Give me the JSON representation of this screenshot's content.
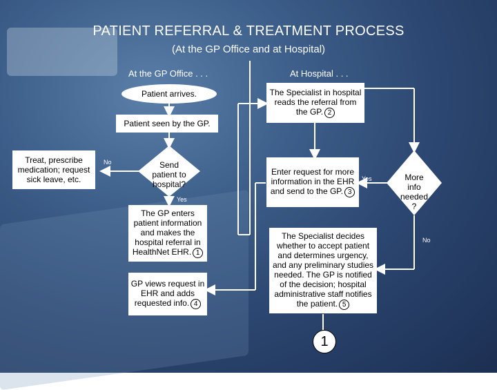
{
  "title": "PATIENT REFERRAL & TREATMENT PROCESS",
  "subtitle": "(At the GP Office and at Hospital)",
  "columns": {
    "left": "At the GP Office . . .",
    "right": "At Hospital . . ."
  },
  "nodes": {
    "patient_arrives": "Patient arrives.",
    "patient_seen": "Patient seen by the GP.",
    "treat": "Treat, prescribe medication; request sick leave, etc.",
    "send_decision": "Send patient to hospital?",
    "gp_enters": "The GP enters patient information and makes the hospital referral in HealthNet EHR.",
    "gp_views": "GP views request in EHR and adds requested info.",
    "specialist_reads": "The Specialist in hospital reads the referral from the GP.",
    "enter_request": "Enter request for more information in the EHR and send to the GP.",
    "specialist_decides": "The Specialist decides whether to accept patient and determines urgency, and any preliminary studies needed. The GP is notified of the decision; hospital administrative staff notifies the patient.",
    "more_info_decision": "More info needed ?"
  },
  "step_badges": {
    "gp_enters": "1",
    "specialist_reads": "2",
    "enter_request": "3",
    "gp_views": "4",
    "specialist_decides": "5"
  },
  "edge_labels": {
    "no_left": "No",
    "yes_down": "Yes",
    "yes_right": "Yes",
    "no_right": "No"
  },
  "page_number": "1",
  "colors": {
    "background": "#2b4670",
    "line": "#ffffff",
    "box": "#ffffff"
  }
}
